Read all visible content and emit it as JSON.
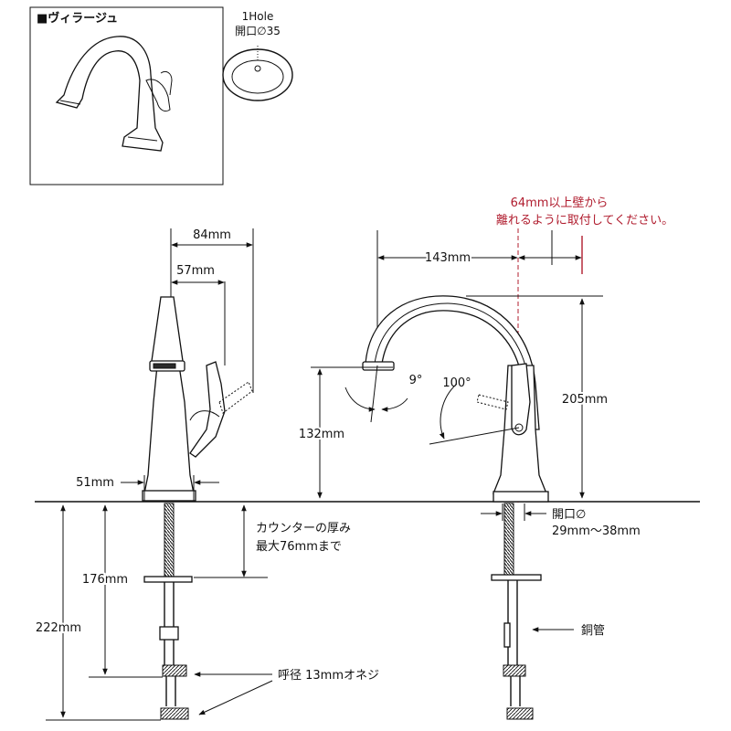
{
  "inset": {
    "model_name": "■ヴィラージュ",
    "hole_count": "1Hole",
    "hole_size": "開口∅35"
  },
  "notes": {
    "wall_clearance_line1": "64mm以上壁から",
    "wall_clearance_line2": "離れるように取付してください。",
    "counter_thickness_line1": "カウンターの厚み",
    "counter_thickness_line2": "最大76mmまで",
    "opening_line1": "開口∅",
    "opening_line2": "29mm〜38mm",
    "copper_pipe": "銅管",
    "thread_spec": "呼径 13mmオネジ"
  },
  "dimensions": {
    "width_84": "84mm",
    "width_57": "57mm",
    "base_51": "51mm",
    "reach_143": "143mm",
    "height_132": "132mm",
    "height_205": "205mm",
    "below_176": "176mm",
    "below_222": "222mm",
    "angle_9": "9°",
    "angle_100": "100°"
  },
  "colors": {
    "line": "#111111",
    "accent_red": "#b01c2e",
    "dark_fill": "#2a2a2a"
  }
}
